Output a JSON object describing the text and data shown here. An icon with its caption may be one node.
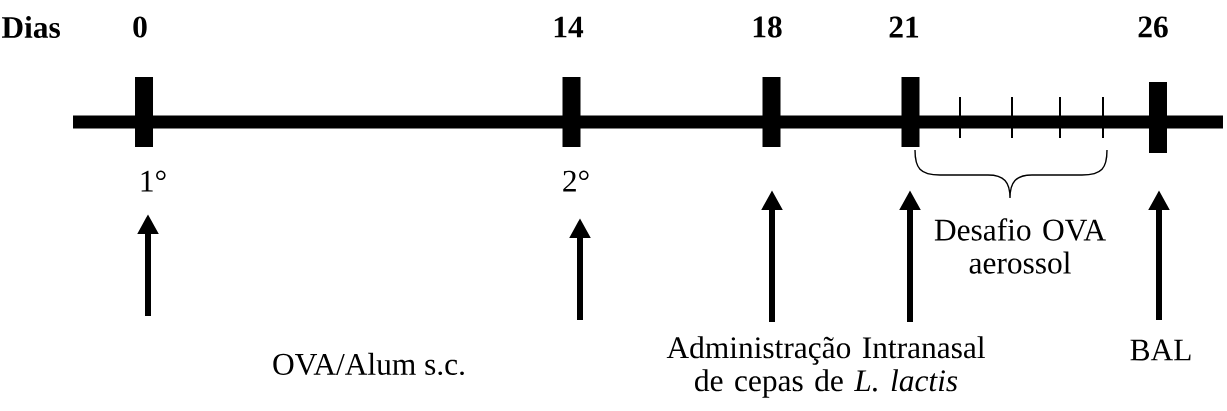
{
  "diagram": {
    "labels": [
      "Dias",
      "0",
      "14",
      "18",
      "21",
      "26",
      "1°",
      "2°",
      "Desafio OVA aerossol",
      "OVA/Alum s.c.",
      "Administração Intranasal de cepas de *L. lactis*",
      "BAL"
    ]
  }
}
